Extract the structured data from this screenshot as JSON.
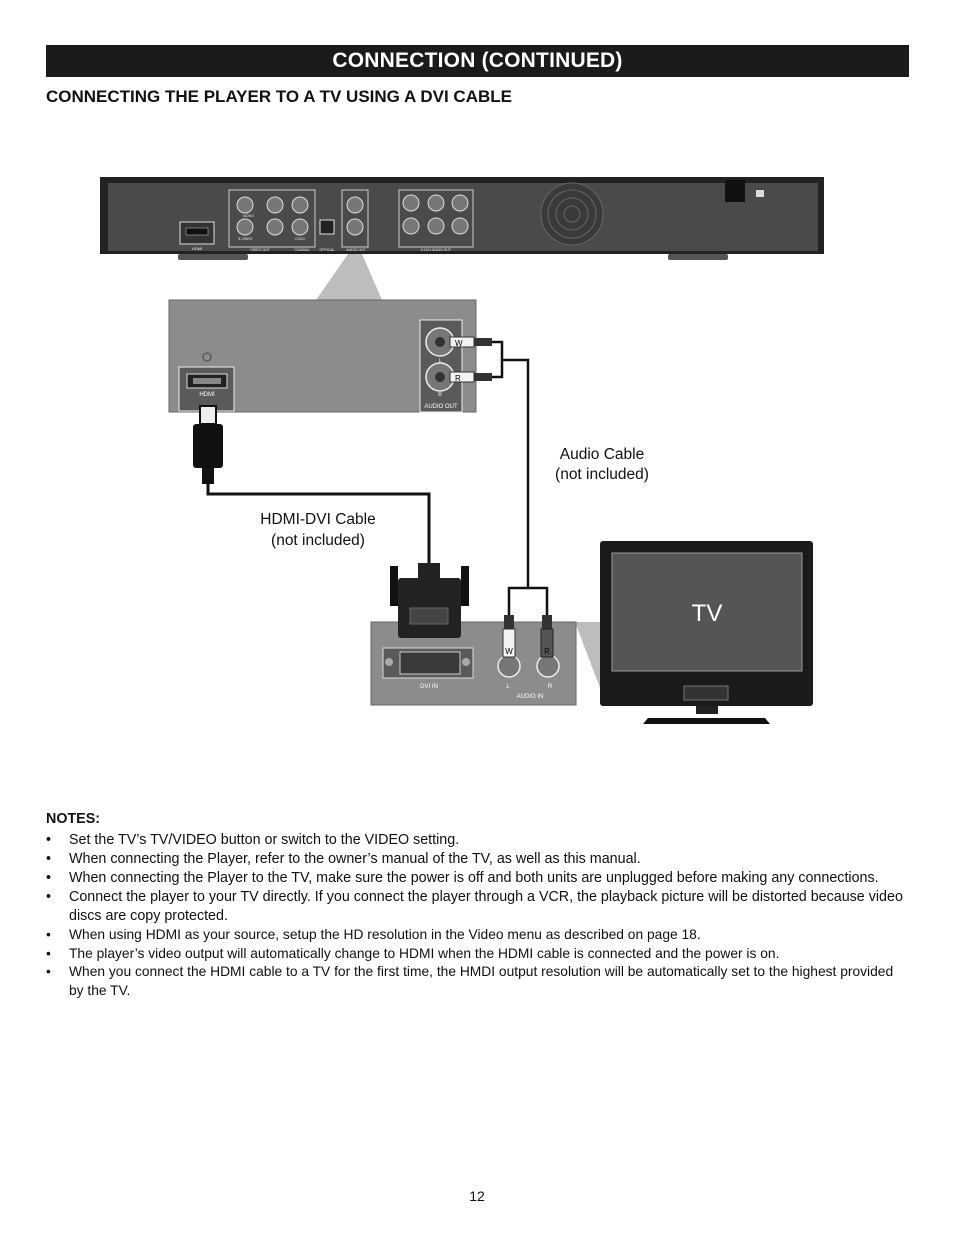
{
  "header": {
    "banner": "CONNECTION (CONTINUED)",
    "subheading": "CONNECTING THE PLAYER TO A TV USING A DVI CABLE"
  },
  "diagram": {
    "player_labels": {
      "hdmi": "HDMI",
      "video": "VIDEO",
      "svideo": "S-VIDEO",
      "video_out": "VIDEO OUT",
      "coaxial": "COAXIAL",
      "coax": "COAX",
      "optical": "OPTICAL",
      "audio_out": "AUDIO OUT",
      "ch51_audio_out": "5.1CH AUDIO OUT"
    },
    "zoom_panel": {
      "hdmi": "HDMI",
      "audio_out": "AUDIO OUT",
      "l": "L",
      "r": "R",
      "w": "W",
      "r_plug": "R"
    },
    "audio_cable": {
      "line1": "Audio Cable",
      "line2": "(not included)"
    },
    "hdmi_dvi_cable": {
      "line1": "HDMI-DVI Cable",
      "line2": "(not included)"
    },
    "tv_panel": {
      "dvi_in": "DVI IN",
      "l": "L",
      "r": "R",
      "audio_in": "AUDIO IN",
      "w": "W",
      "r_plug": "R"
    },
    "tv_label": "TV"
  },
  "notes": {
    "title": "NOTES:",
    "items": [
      "Set the TV’s TV/VIDEO button or switch to the VIDEO setting.",
      "When connecting the Player, refer to the owner’s manual of the TV, as well as this manual.",
      "When connecting the Player to the TV, make sure the power is off and both units are unplugged before making any connections.",
      "Connect the player to your TV directly. If you connect the player through a VCR, the playback picture will be distorted because video discs are copy protected.",
      "When using HDMI as your source, setup the HD resolution in the Video menu as described on page 18.",
      "The player’s video output will automatically change to HDMI when the HDMI cable is connected and the power is on.",
      "When you connect the HDMI cable to a TV for the first time, the HMDI output resolution will be automatically set to the highest provided by the TV."
    ]
  },
  "page_number": "12"
}
